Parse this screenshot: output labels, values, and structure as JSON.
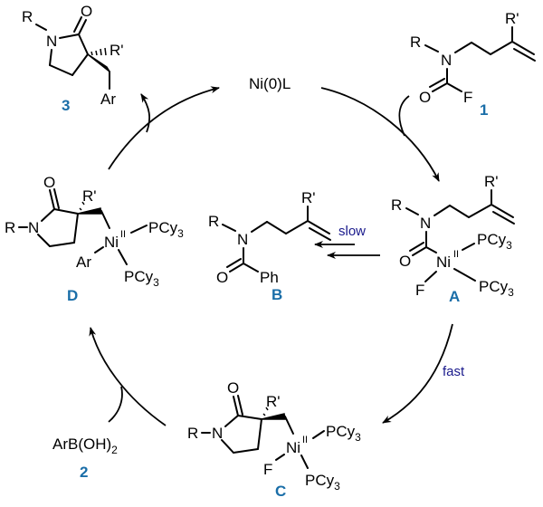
{
  "catalyst": {
    "label": "Ni(0)L"
  },
  "compounds": {
    "substrate_1": {
      "id": "1",
      "atoms": {
        "R": "R",
        "N": "N",
        "O": "O",
        "F": "F",
        "Rp": "R'"
      }
    },
    "product_3": {
      "id": "3",
      "atoms": {
        "R": "R",
        "N": "N",
        "O": "O",
        "Rp": "R'",
        "Ar": "Ar"
      }
    },
    "intermediate_A": {
      "id": "A",
      "atoms": {
        "R": "R",
        "N": "N",
        "O": "O",
        "F": "F",
        "Rp": "R'",
        "Ni": "Ni",
        "ox": "II",
        "L1": "PCy",
        "L2": "PCy",
        "sub": "3"
      }
    },
    "byproduct_B": {
      "id": "B",
      "atoms": {
        "R": "R",
        "N": "N",
        "O": "O",
        "Ph": "Ph",
        "Rp": "R'"
      }
    },
    "intermediate_C": {
      "id": "C",
      "atoms": {
        "R": "R",
        "N": "N",
        "O": "O",
        "F": "F",
        "Rp": "R'",
        "Ni": "Ni",
        "ox": "II",
        "L1": "PCy",
        "L2": "PCy",
        "sub": "3"
      }
    },
    "intermediate_D": {
      "id": "D",
      "atoms": {
        "R": "R",
        "N": "N",
        "O": "O",
        "Ar": "Ar",
        "Rp": "R'",
        "Ni": "Ni",
        "ox": "II",
        "L1": "PCy",
        "L2": "PCy",
        "sub": "3"
      }
    },
    "reagent_2": {
      "id": "2",
      "formula": "ArB(OH)",
      "sub": "2"
    }
  },
  "rate_labels": {
    "slow": "slow",
    "fast": "fast"
  },
  "colors": {
    "compound_label": "#1a6ea8",
    "rate_label": "#1a1a8c"
  }
}
